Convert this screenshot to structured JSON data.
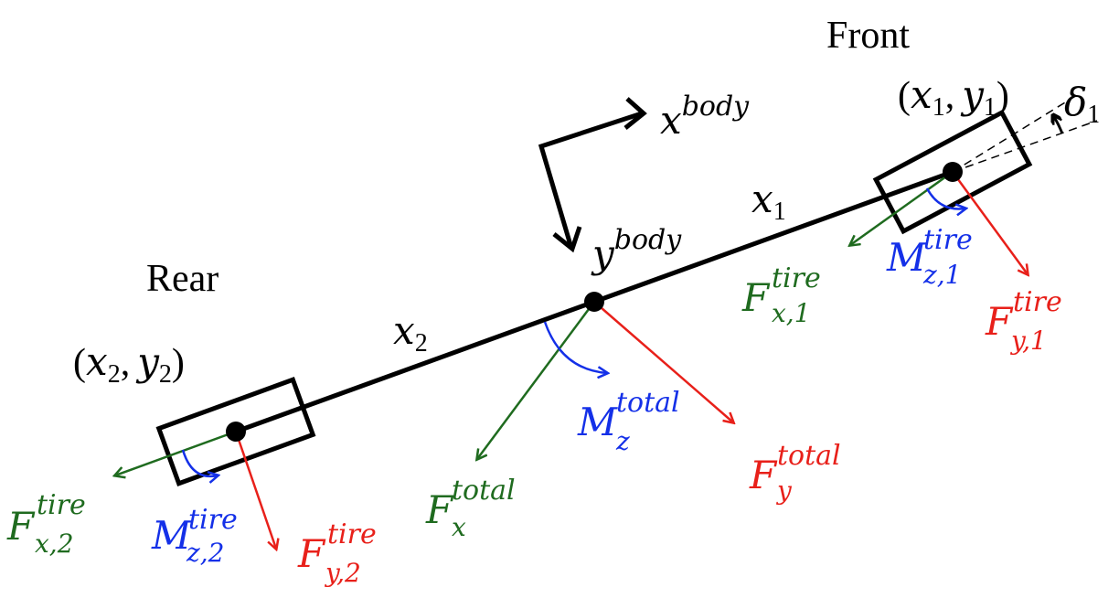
{
  "colors": {
    "ink": "#000000",
    "force_x": "#1f6b1f",
    "force_y": "#e8201a",
    "moment": "#1430e8"
  },
  "labels": {
    "front": "Front",
    "rear": "Rear",
    "front_point": {
      "open": "(",
      "x": "x",
      "x_sub": "1",
      "comma": ",",
      "y": "y",
      "y_sub": "1",
      "close": ")"
    },
    "rear_point": {
      "open": "(",
      "x": "x",
      "x_sub": "2",
      "comma": ",",
      "y": "y",
      "y_sub": "2",
      "close": ")"
    },
    "delta": {
      "sym": "δ",
      "sub": "1"
    },
    "x_body": {
      "base": "x",
      "sup": "body"
    },
    "y_body": {
      "base": "y",
      "sup": "body"
    },
    "x1": {
      "base": "x",
      "sub": "1"
    },
    "x2": {
      "base": "x",
      "sub": "2"
    },
    "F_x1_tire": {
      "base": "F",
      "sup": "tire",
      "sub": "x,1"
    },
    "F_y1_tire": {
      "base": "F",
      "sup": "tire",
      "sub": "y,1"
    },
    "M_z1_tire": {
      "base": "M",
      "sup": "tire",
      "sub": "z,1"
    },
    "F_x2_tire": {
      "base": "F",
      "sup": "tire",
      "sub": "x,2"
    },
    "F_y2_tire": {
      "base": "F",
      "sup": "tire",
      "sub": "y,2"
    },
    "M_z2_tire": {
      "base": "M",
      "sup": "tire",
      "sub": "z,2"
    },
    "F_x_total": {
      "base": "F",
      "sup": "total",
      "sub": "x"
    },
    "F_y_total": {
      "base": "F",
      "sup": "total",
      "sub": "y"
    },
    "M_z_total": {
      "base": "M",
      "sup": "total",
      "sub": "z"
    }
  }
}
